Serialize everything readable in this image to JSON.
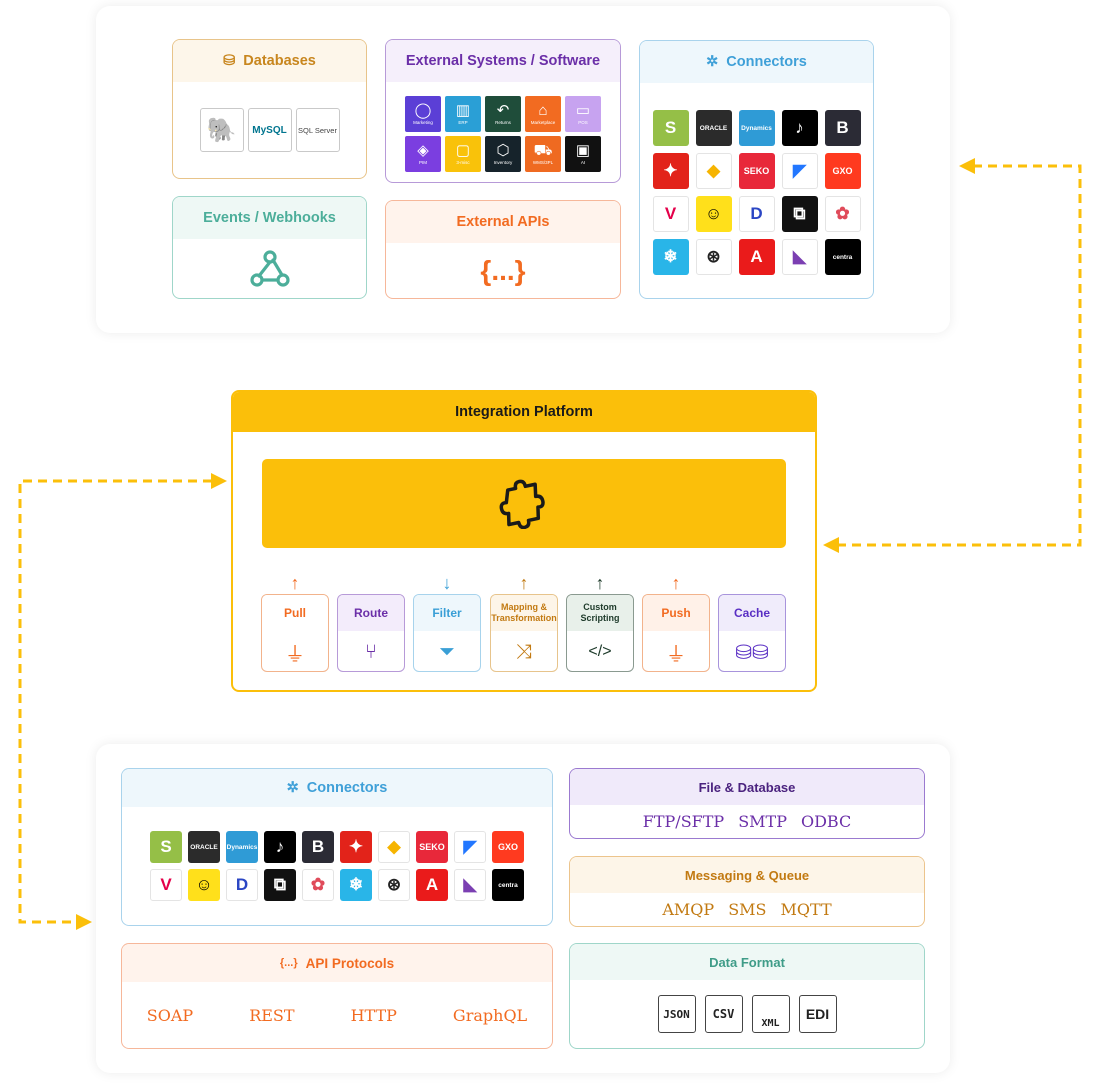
{
  "top": {
    "databases": {
      "title": "Databases",
      "logos": [
        "PostgreSQL",
        "MySQL",
        "SQL Server"
      ]
    },
    "events": {
      "title": "Events / Webhooks"
    },
    "external_systems": {
      "title": "External Systems / Software",
      "tiles": [
        {
          "label": "Marketing",
          "color": "#5b3fd6",
          "glyph": "◯"
        },
        {
          "label": "ERP",
          "color": "#2a9fd6",
          "glyph": "▥"
        },
        {
          "label": "Returns",
          "color": "#1f4d3a",
          "glyph": "↶"
        },
        {
          "label": "Marketplace",
          "color": "#f26b21",
          "glyph": "⌂"
        },
        {
          "label": "POS",
          "color": "#c7a3f0",
          "glyph": "▭"
        },
        {
          "label": "PIM",
          "color": "#7b3ee0",
          "glyph": "◈"
        },
        {
          "label": "3-misc",
          "color": "#f9c20a",
          "glyph": "▢"
        },
        {
          "label": "Inventory",
          "color": "#16232b",
          "glyph": "⬡"
        },
        {
          "label": "WMS/3PL",
          "color": "#ef6a21",
          "glyph": "⛟"
        },
        {
          "label": "AI",
          "color": "#111111",
          "glyph": "▣"
        }
      ]
    },
    "external_apis": {
      "title": "External APIs",
      "symbol": "{...}"
    },
    "connectors": {
      "title": "Connectors"
    }
  },
  "connector_logos": [
    {
      "name": "shopify",
      "label": "S",
      "bg": "#95bf47",
      "fg": "#ffffff"
    },
    {
      "name": "oracle-netsuite",
      "label": "ORACLE",
      "bg": "#2b2b2b",
      "fg": "#ffffff"
    },
    {
      "name": "dynamics",
      "label": "Dynamics",
      "bg": "#2f9bd6",
      "fg": "#ffffff"
    },
    {
      "name": "tiktok",
      "label": "♪",
      "bg": "#000000",
      "fg": "#ffffff"
    },
    {
      "name": "bigcommerce",
      "label": "B",
      "bg": "#2b2b35",
      "fg": "#ffffff"
    },
    {
      "name": "lightspeed",
      "label": "✦",
      "bg": "#e2231a",
      "fg": "#ffffff"
    },
    {
      "name": "airtable",
      "label": "◆",
      "bg": "#ffffff",
      "fg": "#f6b400"
    },
    {
      "name": "sendcloud",
      "label": "SEKO",
      "bg": "#e8283a",
      "fg": "#ffffff"
    },
    {
      "name": "square-app",
      "label": "◤",
      "bg": "#ffffff",
      "fg": "#2277ff"
    },
    {
      "name": "gxo",
      "label": "GXO",
      "bg": "#ff3a1f",
      "fg": "#ffffff"
    },
    {
      "name": "vend",
      "label": "V",
      "bg": "#ffffff",
      "fg": "#e4004a"
    },
    {
      "name": "mailchimp",
      "label": "☺",
      "bg": "#ffe01b",
      "fg": "#000000"
    },
    {
      "name": "dynamics-365",
      "label": "D",
      "bg": "#ffffff",
      "fg": "#2b46c4"
    },
    {
      "name": "squarespace",
      "label": "⧉",
      "bg": "#111111",
      "fg": "#ffffff"
    },
    {
      "name": "flower",
      "label": "✿",
      "bg": "#ffffff",
      "fg": "#e04b5a"
    },
    {
      "name": "snowflake",
      "label": "❄",
      "bg": "#29b5e8",
      "fg": "#ffffff"
    },
    {
      "name": "openai",
      "label": "⊛",
      "bg": "#ffffff",
      "fg": "#222222"
    },
    {
      "name": "adobe",
      "label": "A",
      "bg": "#ea1b1b",
      "fg": "#ffffff"
    },
    {
      "name": "commercetools",
      "label": "◣",
      "bg": "#ffffff",
      "fg": "#7b3fb2"
    },
    {
      "name": "centra",
      "label": "centra",
      "bg": "#000000",
      "fg": "#ffffff"
    }
  ],
  "platform": {
    "title": "Integration Platform",
    "features": [
      {
        "label": "Pull",
        "arrow": "↑",
        "icon": "⏚",
        "color": "#f26b21",
        "head_bg": "#ffffff",
        "border": "#f2b38c"
      },
      {
        "label": "Route",
        "arrow": "",
        "icon": "⑂",
        "color": "#6b2fa8",
        "head_bg": "#f3ecfb",
        "border": "#b79ad8"
      },
      {
        "label": "Filter",
        "arrow": "↓",
        "icon": "⏷",
        "color": "#3a9fd6",
        "head_bg": "#eef7fc",
        "border": "#a7d3ec"
      },
      {
        "label": "Mapping & Transformation",
        "arrow": "↑",
        "icon": "⤨",
        "color": "#c27a12",
        "head_bg": "#fdf5e8",
        "border": "#e7c48c"
      },
      {
        "label": "Custom Scripting",
        "arrow": "↑",
        "icon": "</>",
        "color": "#1d3a2a",
        "head_bg": "#e8f0ea",
        "border": "#8a9a90"
      },
      {
        "label": "Push",
        "arrow": "↑",
        "icon": "⏚",
        "color": "#f26b21",
        "head_bg": "#fff1e8",
        "border": "#f2b38c"
      },
      {
        "label": "Cache",
        "arrow": "",
        "icon": "⛁⛁",
        "color": "#5a2fc4",
        "head_bg": "#f0ecfb",
        "border": "#a894dc"
      }
    ]
  },
  "bottom": {
    "connectors": {
      "title": "Connectors"
    },
    "api_protocols": {
      "title": "API Protocols",
      "prefix": "{...}",
      "items": [
        "SOAP",
        "REST",
        "HTTP",
        "GraphQL"
      ]
    },
    "file_db": {
      "title": "File & Database",
      "items": [
        "FTP/SFTP",
        "SMTP",
        "ODBC"
      ]
    },
    "messaging": {
      "title": "Messaging & Queue",
      "items": [
        "AMQP",
        "SMS",
        "MQTT"
      ]
    },
    "data_format": {
      "title": "Data Format",
      "items": [
        "JSON",
        "CSV",
        "XML",
        "EDI"
      ]
    }
  },
  "colors": {
    "accent_yellow": "#fbbf0a",
    "databases": "#d49a2e",
    "events": "#4cae9a",
    "external_systems": "#6b2fa8",
    "apis": "#f26b21",
    "connectors": "#5aa9d8"
  }
}
